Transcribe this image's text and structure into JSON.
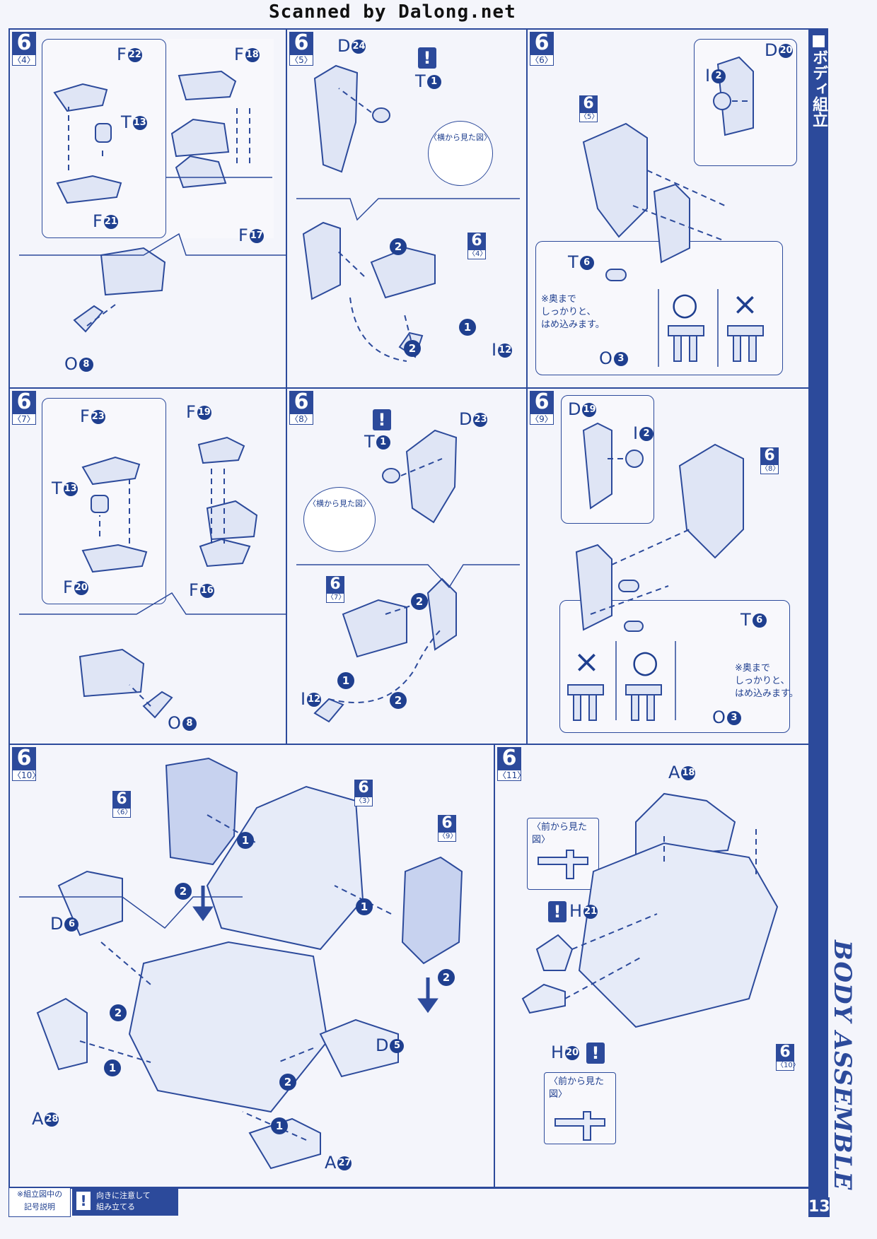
{
  "header": {
    "scan_credit": "Scanned by Dalong.net"
  },
  "sidebar": {
    "title": "■ボディ組立",
    "vertical_heading": "BODY ASSEMBLE",
    "page_number": "13"
  },
  "legend": {
    "key_label": "※組立図中の\n記号説明",
    "warning_symbol": "!",
    "warning_text": "向きに注意して\n組み立てる"
  },
  "steps": {
    "s4": {
      "num": "6",
      "sub": "〈4〉"
    },
    "s5": {
      "num": "6",
      "sub": "〈5〉"
    },
    "s6": {
      "num": "6",
      "sub": "〈6〉"
    },
    "s7": {
      "num": "6",
      "sub": "〈7〉"
    },
    "s8": {
      "num": "6",
      "sub": "〈8〉"
    },
    "s9": {
      "num": "6",
      "sub": "〈9〉"
    },
    "s10": {
      "num": "6",
      "sub": "〈10〉"
    },
    "s11": {
      "num": "6",
      "sub": "〈11〉"
    }
  },
  "refs": {
    "r4": {
      "num": "6",
      "sub": "〈4〉"
    },
    "r5": {
      "num": "6",
      "sub": "〈5〉"
    },
    "r7": {
      "num": "6",
      "sub": "〈7〉"
    },
    "r8": {
      "num": "6",
      "sub": "〈8〉"
    },
    "r6": {
      "num": "6",
      "sub": "〈6〉"
    },
    "r3": {
      "num": "6",
      "sub": "〈3〉"
    },
    "r9": {
      "num": "6",
      "sub": "〈9〉"
    },
    "r10": {
      "num": "6",
      "sub": "〈10〉"
    }
  },
  "parts": {
    "F22": {
      "letter": "F",
      "n": "22"
    },
    "F18": {
      "letter": "F",
      "n": "18"
    },
    "T13a": {
      "letter": "T",
      "n": "13"
    },
    "F21": {
      "letter": "F",
      "n": "21"
    },
    "F17": {
      "letter": "F",
      "n": "17"
    },
    "O8a": {
      "letter": "O",
      "n": "8"
    },
    "D24": {
      "letter": "D",
      "n": "24"
    },
    "T1a": {
      "letter": "T",
      "n": "1"
    },
    "I12a": {
      "letter": "I",
      "n": "12"
    },
    "D20": {
      "letter": "D",
      "n": "20"
    },
    "I2a": {
      "letter": "I",
      "n": "2"
    },
    "T6a": {
      "letter": "T",
      "n": "6"
    },
    "O3a": {
      "letter": "O",
      "n": "3"
    },
    "F23": {
      "letter": "F",
      "n": "23"
    },
    "F19": {
      "letter": "F",
      "n": "19"
    },
    "T13b": {
      "letter": "T",
      "n": "13"
    },
    "F20": {
      "letter": "F",
      "n": "20"
    },
    "F16": {
      "letter": "F",
      "n": "16"
    },
    "O8b": {
      "letter": "O",
      "n": "8"
    },
    "T1b": {
      "letter": "T",
      "n": "1"
    },
    "D23": {
      "letter": "D",
      "n": "23"
    },
    "I12b": {
      "letter": "I",
      "n": "12"
    },
    "D19": {
      "letter": "D",
      "n": "19"
    },
    "I2b": {
      "letter": "I",
      "n": "2"
    },
    "T6b": {
      "letter": "T",
      "n": "6"
    },
    "O3b": {
      "letter": "O",
      "n": "3"
    },
    "D6": {
      "letter": "D",
      "n": "6"
    },
    "D5": {
      "letter": "D",
      "n": "5"
    },
    "A28": {
      "letter": "A",
      "n": "28"
    },
    "A27": {
      "letter": "A",
      "n": "27"
    },
    "A18": {
      "letter": "A",
      "n": "18"
    },
    "H21": {
      "letter": "H",
      "n": "21"
    },
    "H20": {
      "letter": "H",
      "n": "20"
    }
  },
  "notes": {
    "side_view": "〈横から見た図〉",
    "front_view": "〈前から見た図〉",
    "press_in": "※奥まで\nしっかりと、\nはめ込みます。",
    "ok_mark": "○",
    "ng_mark": "×"
  },
  "order_marks": {
    "one": "1",
    "two": "2"
  },
  "colors": {
    "ink": "#2c4a9b",
    "paper": "#f4f5fb"
  }
}
